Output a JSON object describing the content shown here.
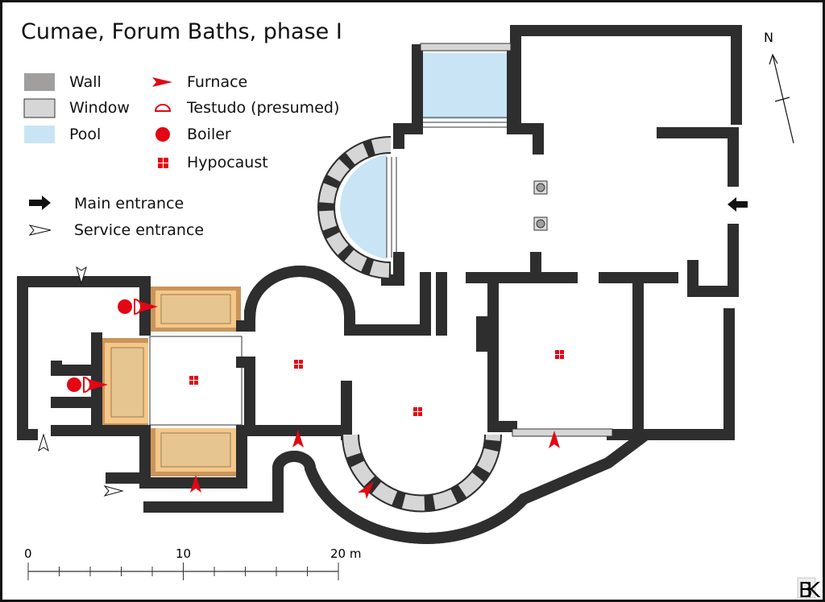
{
  "title": "Cumae, Forum Baths, phase I",
  "legend": {
    "wall": "Wall",
    "window": "Window",
    "pool": "Pool",
    "furnace": "Furnace",
    "testudo": "Testudo (presumed)",
    "boiler": "Boiler",
    "hypocaust": "Hypocaust",
    "main_entrance": "Main entrance",
    "service_entrance": "Service entrance"
  },
  "north_label": "N",
  "scale": {
    "label_0": "0",
    "label_10": "10",
    "label_20": "20 m"
  },
  "signature": "BK",
  "colors": {
    "wall": "#a19e9e",
    "window": "#d6d6d6",
    "pool": "#c9e5f5",
    "red": "#e30613",
    "heated": "#f5c788"
  }
}
